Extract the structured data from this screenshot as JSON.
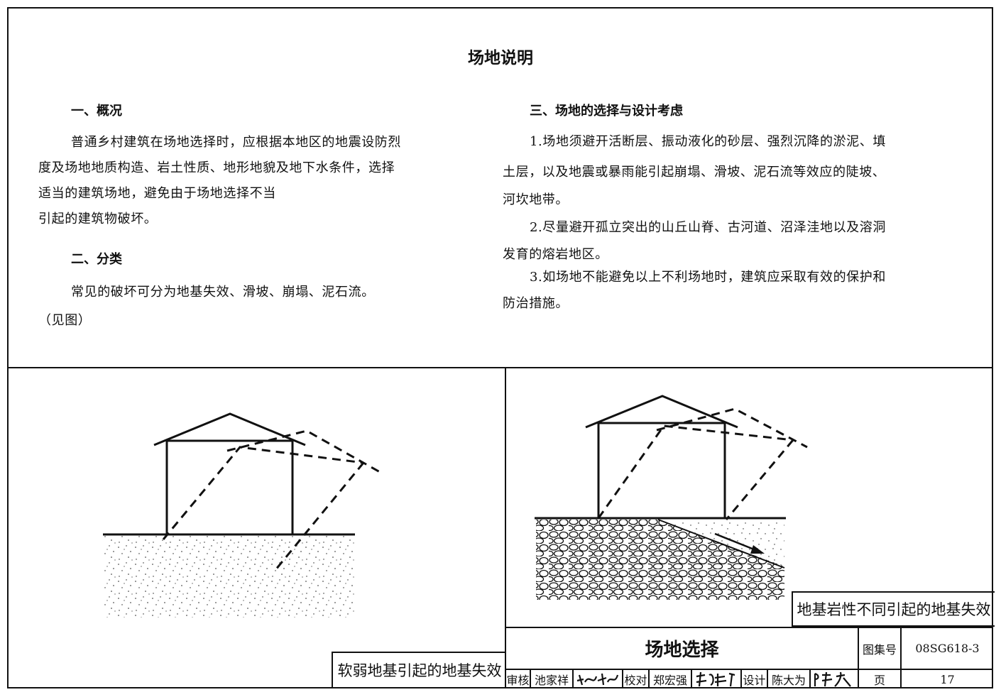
{
  "title": "场地说明",
  "left": {
    "s1": {
      "heading": "一、概况",
      "lines": [
        "普通乡村建筑在场地选择时，应根据本地区的地震设防烈",
        "度及场地地质构造、岩土性质、地形地貌及地下水条件，选择",
        "适当的建筑场地，避免由于场地选择不当",
        "引起的建筑物破坏。"
      ]
    },
    "s2": {
      "heading": "二、分类",
      "lines": [
        "常见的破坏可分为地基失效、滑坡、崩塌、泥石流。",
        "（见图）"
      ]
    }
  },
  "right": {
    "s3": {
      "heading": "三、场地的选择与设计考虑",
      "lines": [
        "1.场地须避开活断层、振动液化的砂层、强烈沉降的淤泥、填",
        "土层，以及地震或暴雨能引起崩塌、滑坡、泥石流等效应的陡坡、",
        "河坎地带。",
        "2.尽量避开孤立突出的山丘山脊、古河道、沼泽洼地以及溶洞",
        "发育的熔岩地区。",
        "3.如场地不能避免以上不利场地时，建筑应采取有效的保护和",
        "防治措施。"
      ]
    }
  },
  "figures": {
    "left_caption": "软弱地基引起的地基失效",
    "right_caption": "地基岩性不同引起的地基失效"
  },
  "titleblock": {
    "drawing_title": "场地选择",
    "atlas_label": "图集号",
    "atlas_no": "08SG618-3",
    "page_label": "页",
    "page_no": "17",
    "review_label": "审核",
    "review_name": "池家祥",
    "check_label": "校对",
    "check_name": "郑宏强",
    "design_label": "设计",
    "design_name": "陈大为"
  }
}
